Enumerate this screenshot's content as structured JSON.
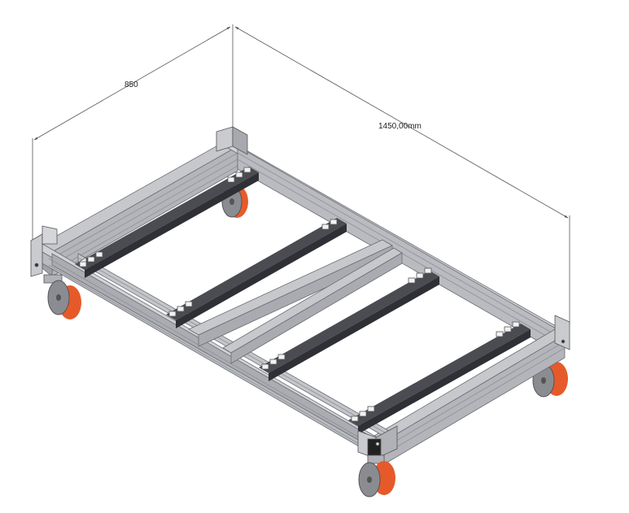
{
  "dimensions": {
    "width_label": "850",
    "length_label": "1450,00mm"
  },
  "colors": {
    "frame": "#b9bbc0",
    "frame_dark": "#8e9096",
    "frame_light": "#d8dadd",
    "rail": "#4a4c52",
    "rail_dark": "#2e3035",
    "wheel_tread": "#e65a2a",
    "wheel_hub": "#8a8c92",
    "dim_line": "#555555"
  },
  "icons": [
    "caster-wheel",
    "corner-bracket",
    "roller"
  ]
}
